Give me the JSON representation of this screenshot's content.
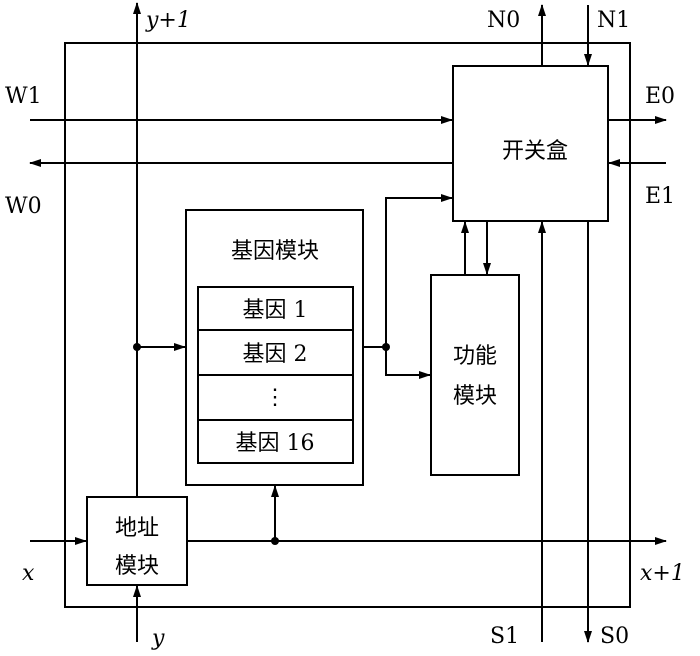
{
  "switch_box": {
    "label": "开关盒"
  },
  "gene_module": {
    "title": "基因模块",
    "genes": [
      "基因 1",
      "基因 2",
      "⋮",
      "基因 16"
    ]
  },
  "function_module": {
    "line1": "功能",
    "line2": "模块"
  },
  "address_module": {
    "line1": "地址",
    "line2": "模块"
  },
  "ports": {
    "W1": "W1",
    "W0": "W0",
    "E0": "E0",
    "E1": "E1",
    "N0": "N0",
    "N1": "N1",
    "S1": "S1",
    "S0": "S0",
    "x_in": "x",
    "x_out": "x+1",
    "y_in": "y",
    "y_out": "y+1"
  }
}
